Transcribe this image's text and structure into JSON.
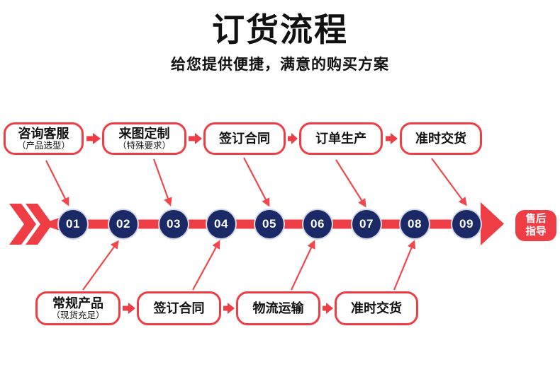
{
  "header": {
    "title": "订货流程",
    "subtitle": "给您提供便捷，满意的购买方案"
  },
  "colors": {
    "red": "#ee3d44",
    "navy": "#1b2a66"
  },
  "timeline": {
    "steps": [
      "01",
      "02",
      "03",
      "04",
      "05",
      "06",
      "07",
      "08",
      "09"
    ],
    "end_badge": {
      "line1": "售后",
      "line2": "指导"
    }
  },
  "top_boxes": [
    {
      "title": "咨询客服",
      "subtitle": "（产品选型）"
    },
    {
      "title": "来图定制",
      "subtitle": "（特殊要求）"
    },
    {
      "title": "签订合同",
      "subtitle": ""
    },
    {
      "title": "订单生产",
      "subtitle": ""
    },
    {
      "title": "准时交货",
      "subtitle": ""
    }
  ],
  "bottom_boxes": [
    {
      "title": "常规产品",
      "subtitle": "（现货充足）"
    },
    {
      "title": "签订合同",
      "subtitle": ""
    },
    {
      "title": "物流运输",
      "subtitle": ""
    },
    {
      "title": "准时交货",
      "subtitle": ""
    }
  ]
}
